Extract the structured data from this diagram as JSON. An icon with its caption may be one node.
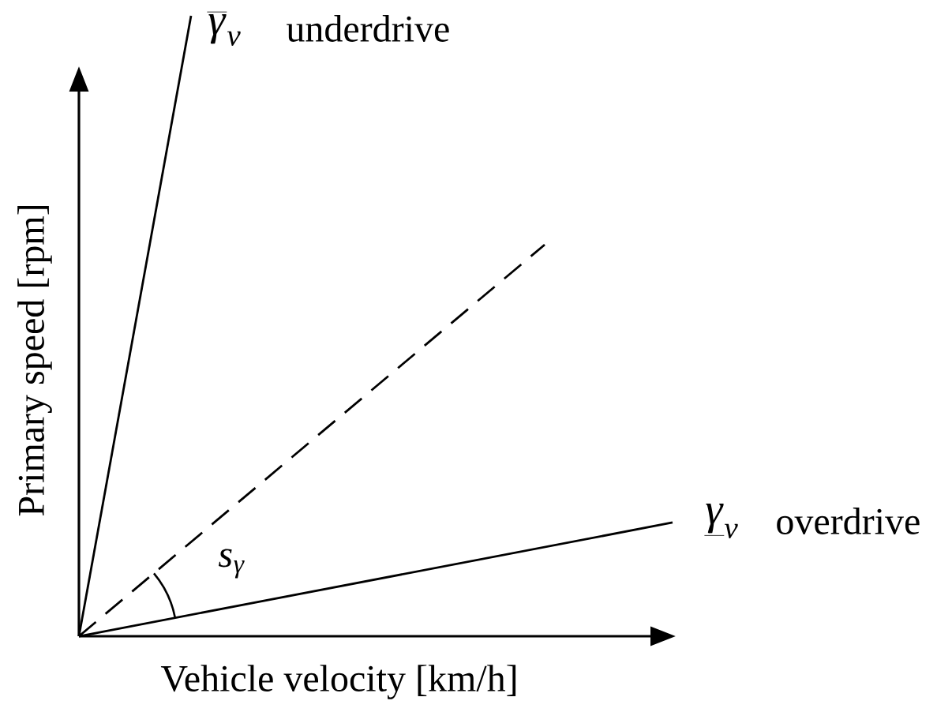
{
  "diagram": {
    "labels": [
      "\\overline{\\gamma}_{v}",
      "underdrive",
      "Primary speed [rpm]",
      "s_{\\gamma}",
      "\\underline{\\gamma}_{v}",
      "overdrive",
      "Vehicle velocity [km/h]"
    ]
  }
}
